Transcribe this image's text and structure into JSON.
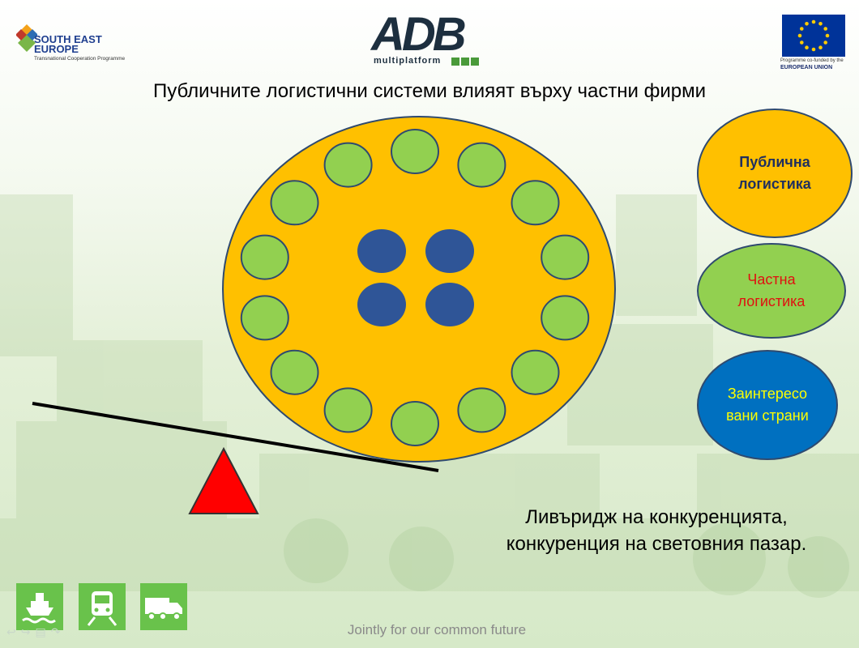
{
  "header": {
    "programme_logo": {
      "title": "SOUTH EAST EUROPE",
      "subtitle": "Transnational Cooperation Programme"
    },
    "project_logo": {
      "name": "ADB",
      "subtitle": "multiplatform"
    },
    "eu_logo": {
      "line1": "Programme co-funded by the",
      "line2": "EUROPEAN UNION"
    }
  },
  "title": "Публичните логистични системи влияят върху частни фирми",
  "legend": {
    "public": "Публична логистика",
    "private": "Частна логистика",
    "interested": "Заинтересовани страни"
  },
  "leverage_text": [
    "Ливъридж на конкуренцията,",
    "конкуренция на световния пазар."
  ],
  "footer": {
    "slogan": "Jointly for our common future",
    "mode_icons": [
      "ship-icon",
      "train-icon",
      "truck-icon"
    ]
  },
  "colors": {
    "public": "#ffc000",
    "private": "#92d050",
    "interested": "#0070c0",
    "core": "#2f5597",
    "fulcrum": "#ff0000",
    "accent_green": "#69c24b"
  },
  "diagram": {
    "big_circle": "public",
    "outer_ring_count": 14,
    "inner_core_count": 4
  }
}
